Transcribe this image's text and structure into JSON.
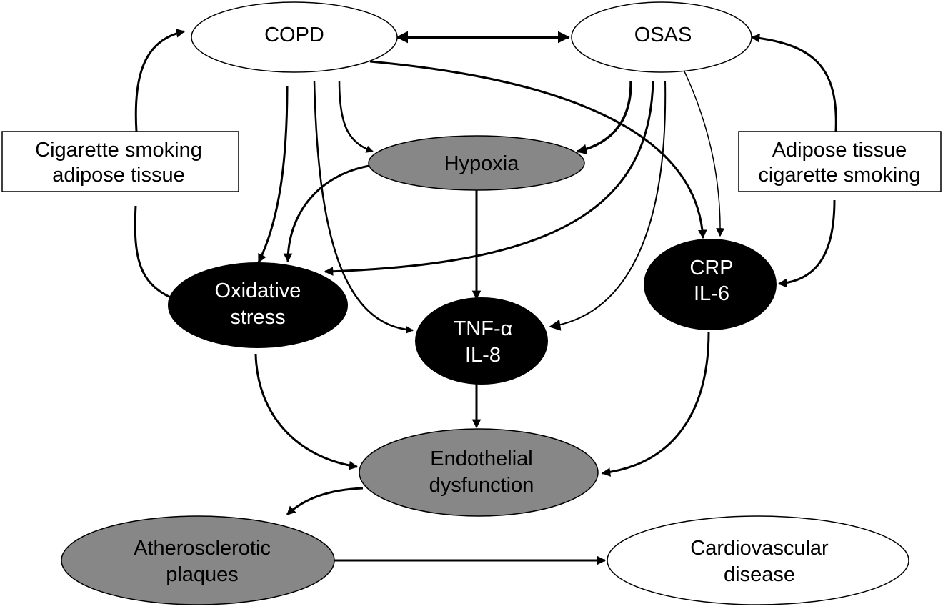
{
  "nodes": {
    "copd": {
      "lines": [
        "COPD"
      ]
    },
    "osas": {
      "lines": [
        "OSAS"
      ]
    },
    "left_box": {
      "lines": [
        "Cigarette smoking",
        "adipose tissue"
      ]
    },
    "right_box": {
      "lines": [
        "Adipose tissue",
        "cigarette smoking"
      ]
    },
    "hypoxia": {
      "lines": [
        "Hypoxia"
      ]
    },
    "oxidative": {
      "lines": [
        "Oxidative",
        "stress"
      ]
    },
    "crp": {
      "lines": [
        "CRP",
        "IL-6"
      ]
    },
    "tnf": {
      "lines": [
        "TNF-α",
        "IL-8"
      ]
    },
    "endothelial": {
      "lines": [
        "Endothelial",
        "dysfunction"
      ]
    },
    "athero": {
      "lines": [
        "Atherosclerotic",
        "plaques"
      ]
    },
    "cvd": {
      "lines": [
        "Cardiovascular",
        "disease"
      ]
    }
  },
  "colors": {
    "white_fill": "#ffffff",
    "grey_fill": "#878787",
    "black_fill": "#000000",
    "stroke": "#000000"
  }
}
